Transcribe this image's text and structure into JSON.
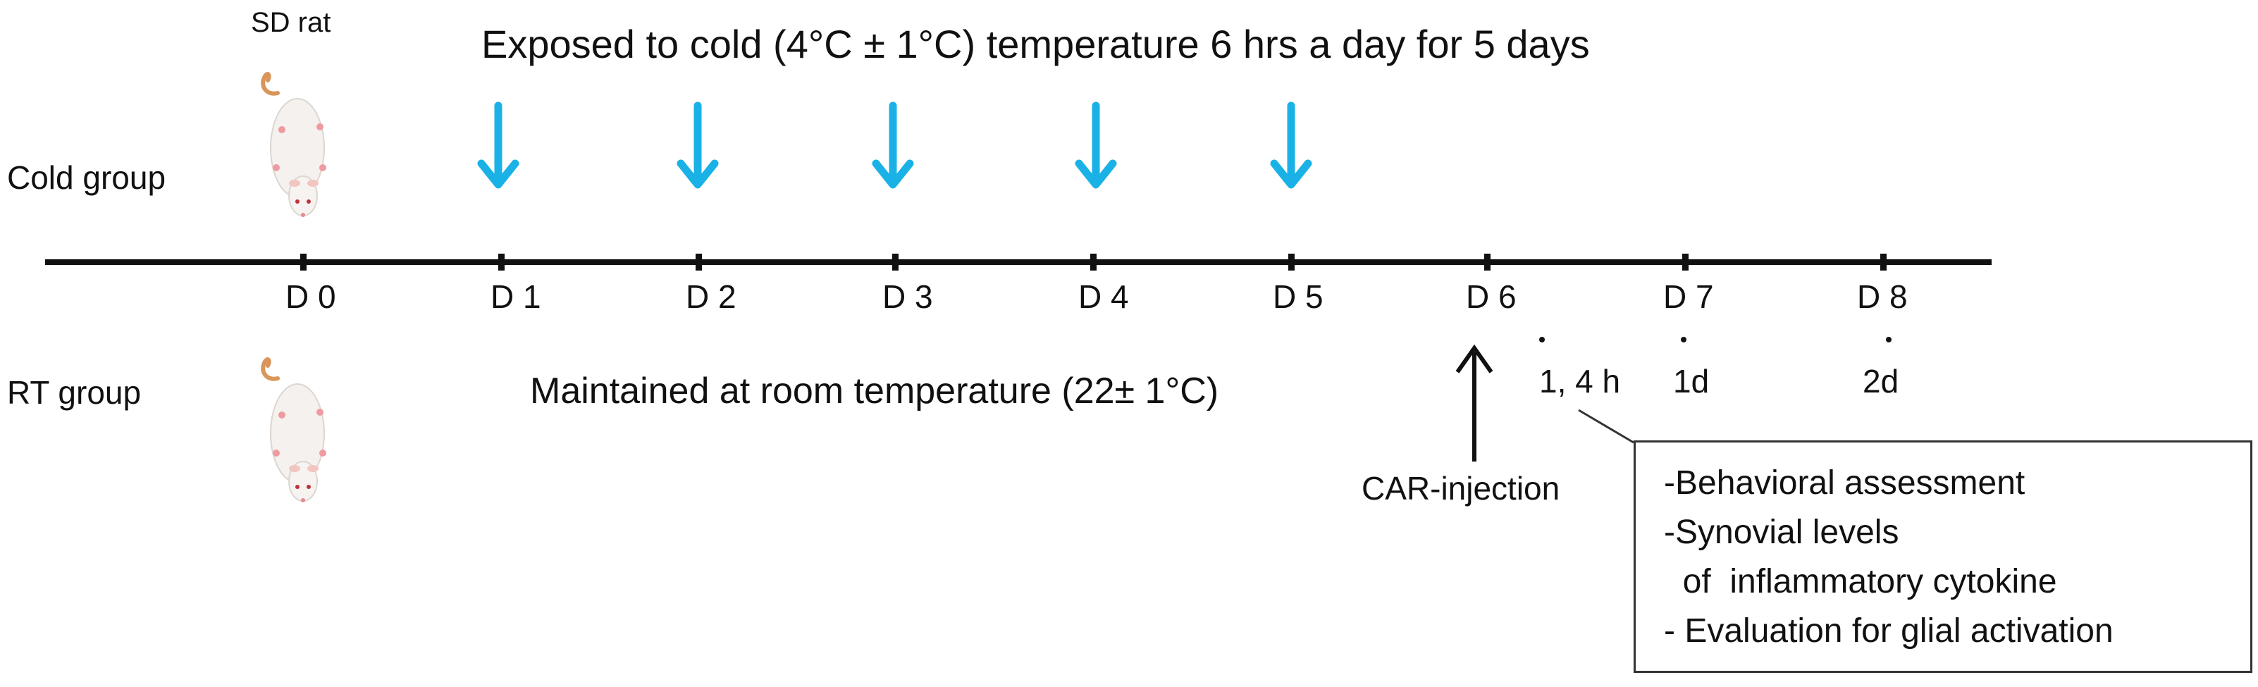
{
  "header": {
    "sd_rat_label": "SD rat",
    "cold_title": "Exposed  to cold (4°C ± 1°C)  temperature  6 hrs a day for 5 days"
  },
  "groups": {
    "cold": "Cold group",
    "rt": "RT group"
  },
  "timeline": {
    "days": [
      "D 0",
      "D 1",
      "D 2",
      "D 3",
      "D 4",
      "D 5",
      "D 6",
      "D 7",
      "D 8"
    ],
    "time_points": [
      "1, 4 h",
      "1d",
      "2d"
    ]
  },
  "rt_title": "Maintained at room temperature (22± 1°C)",
  "injection_label": "CAR-injection",
  "assessment_box": {
    "lines": [
      "-Behavioral assessment",
      "-Synovial levels",
      "  of  inflammatory cytokine",
      "- Evaluation for glial  activation"
    ]
  },
  "colors": {
    "cold_arrow": "#1ab2e6",
    "timeline": "#111111",
    "rat_fur": "#f4f1ee",
    "rat_tail": "#d9955a"
  },
  "icons": [
    "rat-icon",
    "cold-exposure-arrow-icon",
    "injection-arrow-icon"
  ]
}
